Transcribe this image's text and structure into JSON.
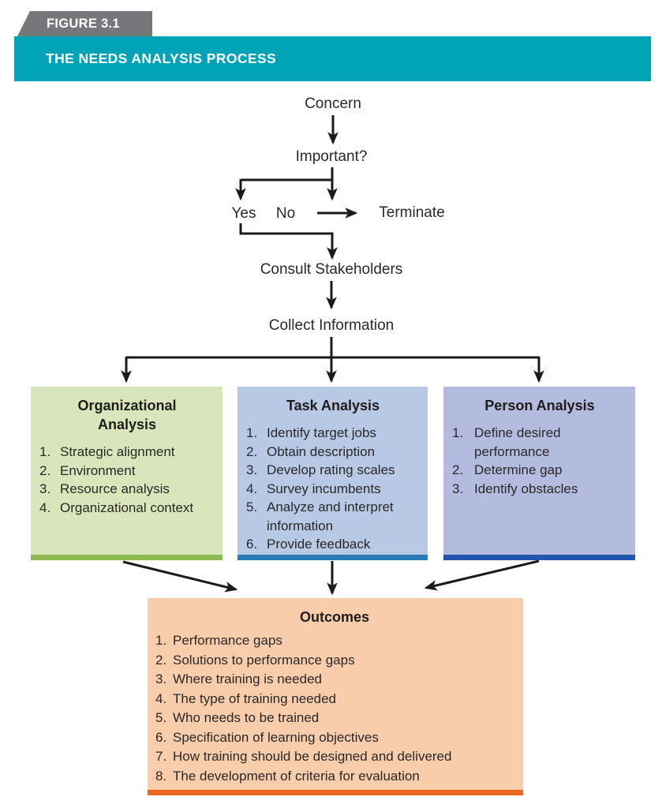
{
  "figure": {
    "tab_label": "FIGURE 3.1",
    "title": "THE NEEDS ANALYSIS PROCESS"
  },
  "flow": {
    "concern": "Concern",
    "important": "Important?",
    "yes": "Yes",
    "no": "No",
    "terminate": "Terminate",
    "consult": "Consult Stakeholders",
    "collect": "Collect Information"
  },
  "boxes": {
    "org": {
      "title": "Organizational Analysis",
      "items": [
        {
          "num": "1.",
          "text": "Strategic alignment"
        },
        {
          "num": "2.",
          "text": "Environment"
        },
        {
          "num": "3.",
          "text": "Resource analysis"
        },
        {
          "num": "4.",
          "text": "Organizational context"
        }
      ]
    },
    "task": {
      "title": "Task Analysis",
      "items": [
        {
          "num": "1.",
          "text": "Identify target jobs"
        },
        {
          "num": "2.",
          "text": "Obtain description"
        },
        {
          "num": "3.",
          "text": "Develop rating scales"
        },
        {
          "num": "4.",
          "text": "Survey incumbents"
        },
        {
          "num": "5.",
          "text": "Analyze and interpret information"
        },
        {
          "num": "6.",
          "text": "Provide feedback"
        }
      ]
    },
    "person": {
      "title": "Person Analysis",
      "items": [
        {
          "num": "1.",
          "text": "Define desired performance"
        },
        {
          "num": "2.",
          "text": "Determine gap"
        },
        {
          "num": "3.",
          "text": "Identify obstacles"
        }
      ]
    },
    "outcomes": {
      "title": "Outcomes",
      "items": [
        {
          "num": "1.",
          "text": "Performance gaps"
        },
        {
          "num": "2.",
          "text": "Solutions to performance gaps"
        },
        {
          "num": "3.",
          "text": "Where training is needed"
        },
        {
          "num": "4.",
          "text": "The type of training needed"
        },
        {
          "num": "5.",
          "text": "Who needs to be trained"
        },
        {
          "num": "6.",
          "text": "Specification of learning objectives"
        },
        {
          "num": "7.",
          "text": "How training should be designed and delivered"
        },
        {
          "num": "8.",
          "text": "The development of criteria for evaluation"
        }
      ]
    }
  },
  "colors": {
    "tab_gray": "#76777a",
    "banner_teal": "#00a4b6",
    "line_ink": "#1d1b1a",
    "org_fill": "#d9e5bb",
    "org_strip": "#8cba50",
    "task_fill": "#b7c9e5",
    "task_strip": "#2b7ab8",
    "person_fill": "#b3bcde",
    "person_strip": "#2356ad",
    "outcomes_fill": "#f8cdab",
    "outcomes_strip": "#e8661f"
  }
}
